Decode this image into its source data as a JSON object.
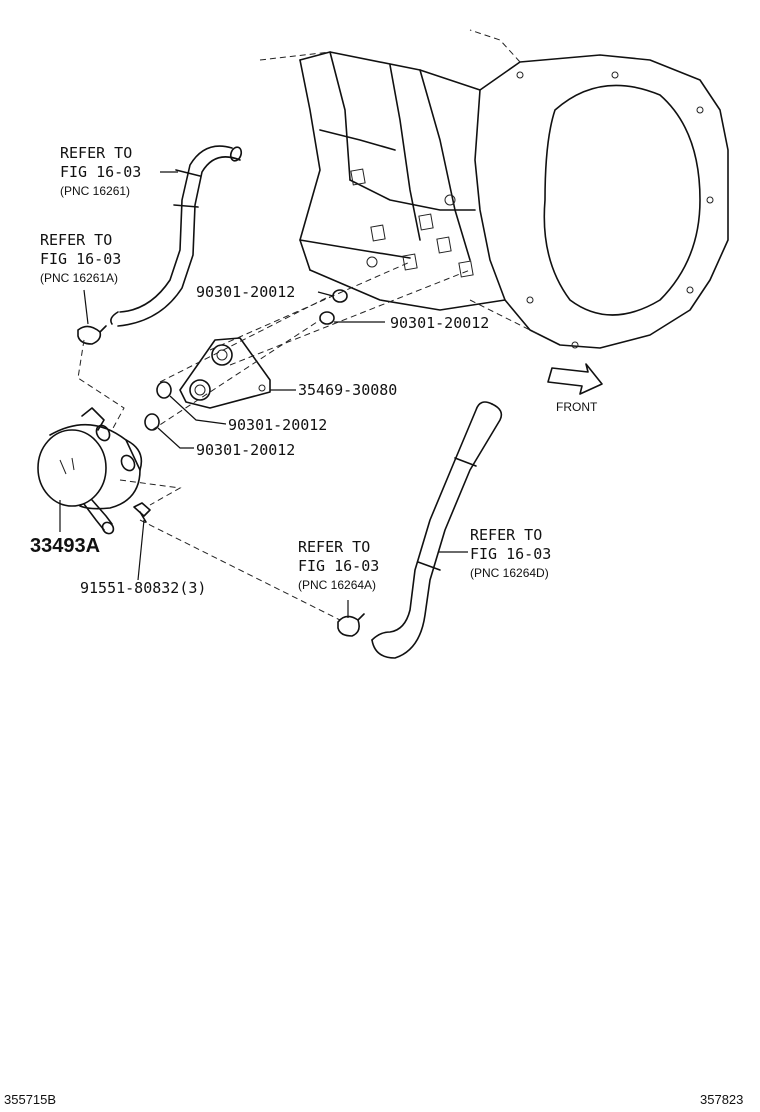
{
  "labels": {
    "refer1": {
      "line1": "REFER TO",
      "line2": "FIG 16-03",
      "line3": "(PNC 16261)"
    },
    "refer2": {
      "line1": "REFER TO",
      "line2": "FIG 16-03",
      "line3": "(PNC 16261A)"
    },
    "refer3": {
      "line1": "REFER TO",
      "line2": "FIG 16-03",
      "line3": "(PNC 16264A)"
    },
    "refer4": {
      "line1": "REFER TO",
      "line2": "FIG 16-03",
      "line3": "(PNC 16264D)"
    },
    "part_oring_a": "90301-20012",
    "part_oring_b": "90301-20012",
    "part_oring_c": "90301-20012",
    "part_oring_d": "90301-20012",
    "part_bracket": "35469-30080",
    "part_cooler": "33493A",
    "part_bolt": "91551-80832(3)",
    "front": "FRONT"
  },
  "footer": {
    "left_code": "355715B",
    "right_code": "357823"
  }
}
